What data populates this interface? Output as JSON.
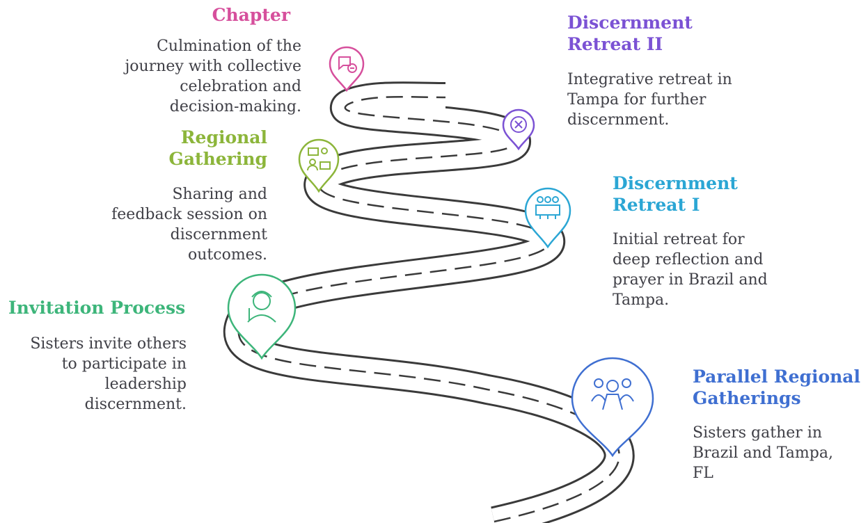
{
  "milestones": [
    {
      "id": "chapter",
      "title": [
        "Chapter"
      ],
      "description": [
        "Culmination of the",
        "journey with collective",
        "celebration and",
        "decision-making."
      ],
      "color": "#d64f9c",
      "icon": "chat-minus-icon"
    },
    {
      "id": "discernment-retreat-2",
      "title": [
        "Discernment",
        "Retreat II"
      ],
      "description": [
        "Integrative retreat in",
        "Tampa for further",
        "discernment."
      ],
      "color": "#7b52d4",
      "icon": "face-x-icon"
    },
    {
      "id": "regional-gathering",
      "title": [
        "Regional",
        "Gathering"
      ],
      "description": [
        "Sharing and",
        "feedback session on",
        "discernment",
        "outcomes."
      ],
      "color": "#8cb53a",
      "icon": "conversation-people-icon"
    },
    {
      "id": "discernment-retreat-1",
      "title": [
        "Discernment",
        "Retreat I"
      ],
      "description": [
        "Initial retreat for",
        "deep reflection and",
        "prayer in Brazil and",
        "Tampa."
      ],
      "color": "#2ba6d4",
      "icon": "meeting-table-icon"
    },
    {
      "id": "invitation-process",
      "title": [
        "Invitation Process"
      ],
      "description": [
        "Sisters invite others",
        "to participate in",
        "leadership",
        "discernment."
      ],
      "color": "#3db57a",
      "icon": "woman-writing-icon"
    },
    {
      "id": "parallel-regional-gatherings",
      "title": [
        "Parallel Regional",
        "Gatherings"
      ],
      "description": [
        "Sisters gather in",
        "Brazil and Tampa,",
        "FL"
      ],
      "color": "#3f6fd1",
      "icon": "group-people-icon"
    }
  ]
}
